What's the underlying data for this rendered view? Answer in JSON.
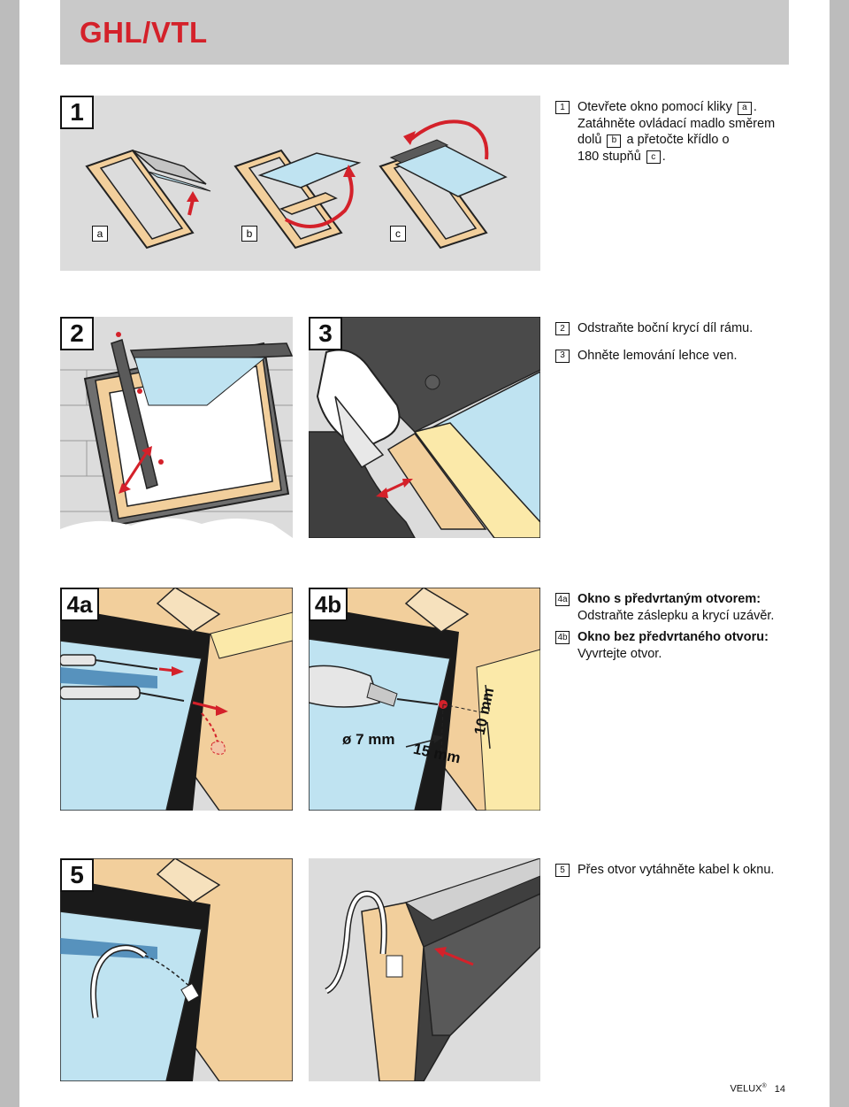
{
  "header": {
    "title": "GHL/VTL"
  },
  "steps": {
    "s1": {
      "badge": "1",
      "labels": [
        "a",
        "b",
        "c"
      ],
      "instruction": {
        "ref": "1",
        "line1": "Otevřete okno pomocí kliky",
        "ref_a": "a",
        "line2_start": "Zatáhněte ovládací madlo směrem",
        "line3_start": "dolů",
        "ref_b": "b",
        "line3_end": "a přetočte křídlo o",
        "line4_start": "180 stupňů",
        "ref_c": "c"
      }
    },
    "s2": {
      "badge": "2",
      "instruction": {
        "ref": "2",
        "text": "Odstraňte boční krycí díl rámu."
      }
    },
    "s3": {
      "badge": "3",
      "instruction": {
        "ref": "3",
        "text": "Ohněte lemování lehce ven."
      }
    },
    "s4a": {
      "badge": "4a",
      "instruction": {
        "ref": "4a",
        "title": "Okno s předvrtaným otvorem:",
        "text": "Odstraňte záslepku a krycí uzávěr."
      }
    },
    "s4b": {
      "badge": "4b",
      "dims": {
        "diameter": "ø 7 mm",
        "d15": "15 mm",
        "d10": "10 mm"
      },
      "instruction": {
        "ref": "4b",
        "title": "Okno bez předvrtaného otvoru:",
        "text": "Vyvrtejte otvor."
      }
    },
    "s5": {
      "badge": "5",
      "instruction": {
        "ref": "5",
        "text": "Přes otvor vytáhněte kabel k oknu."
      }
    }
  },
  "footer": {
    "brand": "VELUX",
    "mark": "®",
    "page": "14"
  },
  "colors": {
    "accent": "#d4212a",
    "panel": "#dcdcdc",
    "wood": "#f2cf9c",
    "glass": "#bfe3f1",
    "flashing": "#3f3f3f"
  }
}
